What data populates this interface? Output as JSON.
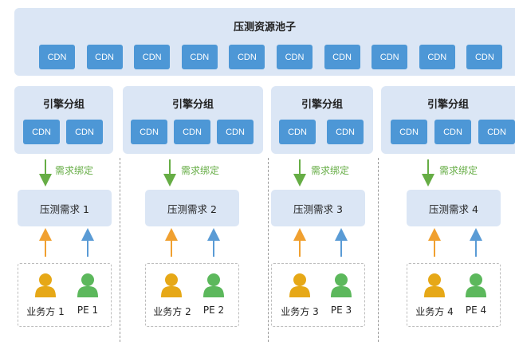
{
  "pool": {
    "title": "压测资源池子",
    "cdn_label": "CDN"
  },
  "groups": [
    {
      "title": "引擎分组",
      "cdn_label": "CDN",
      "bind_label": "需求绑定",
      "demand": "压测需求 1",
      "business": "业务方 1",
      "pe": "PE 1"
    },
    {
      "title": "引擎分组",
      "cdn_label": "CDN",
      "bind_label": "需求绑定",
      "demand": "压测需求 2",
      "business": "业务方 2",
      "pe": "PE 2"
    },
    {
      "title": "引擎分组",
      "cdn_label": "CDN",
      "bind_label": "需求绑定",
      "demand": "压测需求 3",
      "business": "业务方 3",
      "pe": "PE 3"
    },
    {
      "title": "引擎分组",
      "cdn_label": "CDN",
      "bind_label": "需求绑定",
      "demand": "压测需求 4",
      "business": "业务方 4",
      "pe": "PE 4"
    }
  ],
  "colors": {
    "panel": "#dbe6f5",
    "cdn": "#4d97d6",
    "bind_arrow": "#66ad45",
    "business_arrow": "#f0a030",
    "pe_arrow": "#5a9bd5",
    "business_person": "#e6a817",
    "pe_person": "#5cb85c"
  }
}
